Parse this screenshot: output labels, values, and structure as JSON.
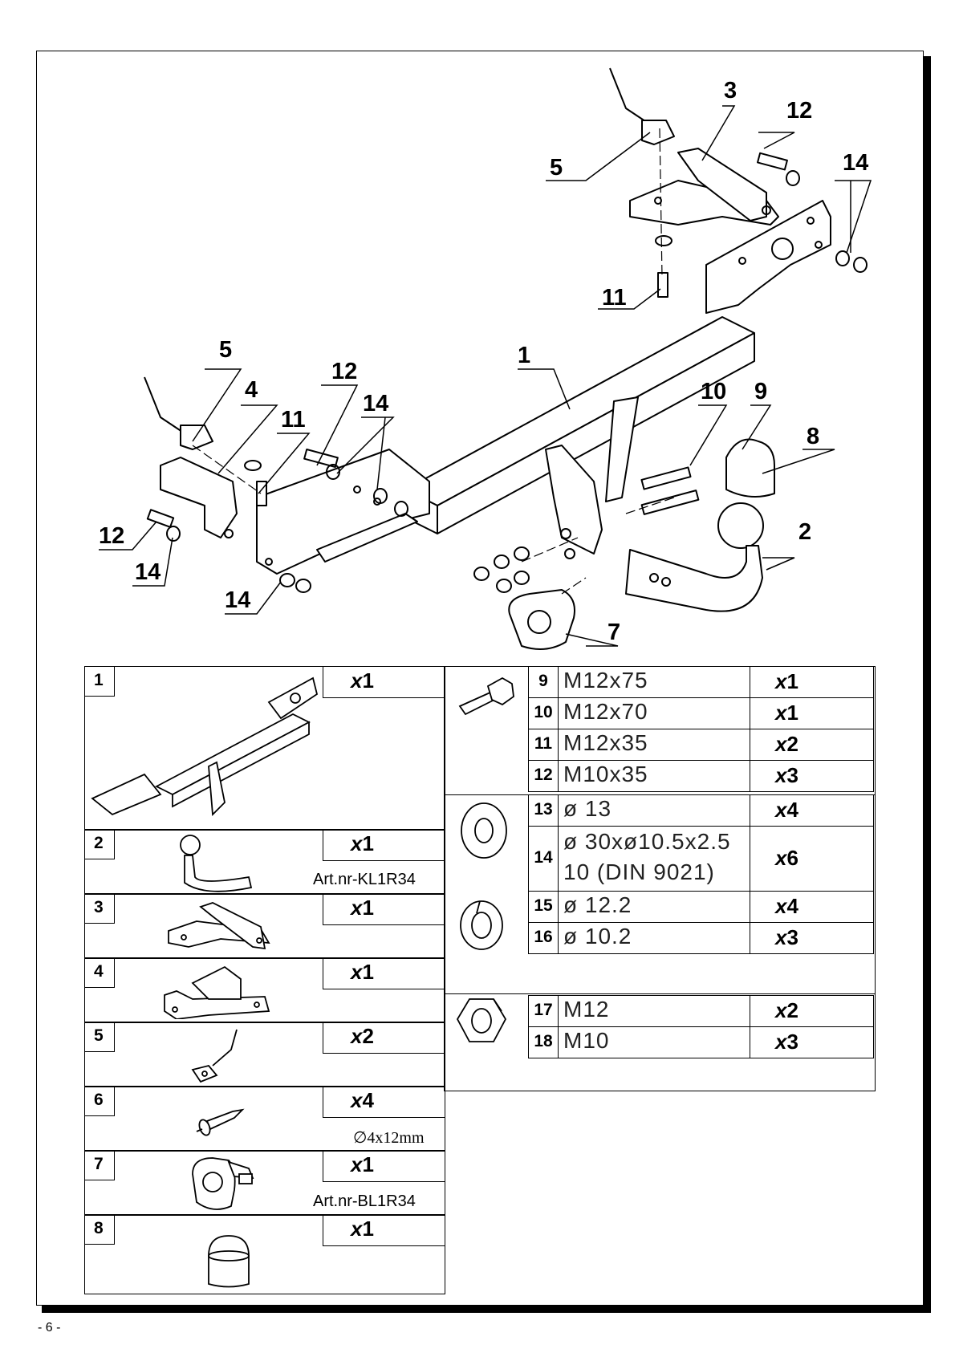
{
  "callouts": [
    {
      "id": "c1",
      "text": "1"
    },
    {
      "id": "c2",
      "text": "2"
    },
    {
      "id": "c3",
      "text": "3"
    },
    {
      "id": "c4",
      "text": "4"
    },
    {
      "id": "c5a",
      "text": "5"
    },
    {
      "id": "c5b",
      "text": "5"
    },
    {
      "id": "c7",
      "text": "7"
    },
    {
      "id": "c8",
      "text": "8"
    },
    {
      "id": "c9",
      "text": "9"
    },
    {
      "id": "c10",
      "text": "10"
    },
    {
      "id": "c11a",
      "text": "11"
    },
    {
      "id": "c11b",
      "text": "11"
    },
    {
      "id": "c12a",
      "text": "12"
    },
    {
      "id": "c12b",
      "text": "12"
    },
    {
      "id": "c12c",
      "text": "12"
    },
    {
      "id": "c14a",
      "text": "14"
    },
    {
      "id": "c14b",
      "text": "14"
    },
    {
      "id": "c14c",
      "text": "14"
    },
    {
      "id": "c14d",
      "text": "14"
    }
  ],
  "left_parts": [
    {
      "num": "1",
      "qty": "x",
      "qty_n": "1",
      "note": ""
    },
    {
      "num": "2",
      "qty": "x",
      "qty_n": "1",
      "note": "Art.nr-KL1R34"
    },
    {
      "num": "3",
      "qty": "x",
      "qty_n": "1",
      "note": ""
    },
    {
      "num": "4",
      "qty": "x",
      "qty_n": "1",
      "note": ""
    },
    {
      "num": "5",
      "qty": "x",
      "qty_n": "2",
      "note": ""
    },
    {
      "num": "6",
      "qty": "x",
      "qty_n": "4",
      "note": "∅4x12mm"
    },
    {
      "num": "7",
      "qty": "x",
      "qty_n": "1",
      "note": "Art.nr-BL1R34"
    },
    {
      "num": "8",
      "qty": "x",
      "qty_n": "1",
      "note": ""
    }
  ],
  "right_parts": [
    {
      "num": "9",
      "spec": "M12x75",
      "qty": "x",
      "qty_n": "1"
    },
    {
      "num": "10",
      "spec": "M12x70",
      "qty": "x",
      "qty_n": "1"
    },
    {
      "num": "11",
      "spec": "M12x35",
      "qty": "x",
      "qty_n": "2"
    },
    {
      "num": "12",
      "spec": "M10x35",
      "qty": "x",
      "qty_n": "3"
    },
    {
      "num": "13",
      "spec": "ø 13",
      "qty": "x",
      "qty_n": "4"
    },
    {
      "num": "14",
      "spec": "ø 30xø10.5x2.5",
      "spec2": "10   (DIN 9021)",
      "qty": "x",
      "qty_n": "6"
    },
    {
      "num": "15",
      "spec": "ø 12.2",
      "qty": "x",
      "qty_n": "4"
    },
    {
      "num": "16",
      "spec": "ø 10.2",
      "qty": "x",
      "qty_n": "3"
    },
    {
      "num": "17",
      "spec": "M12",
      "qty": "x",
      "qty_n": "2"
    },
    {
      "num": "18",
      "spec": "M10",
      "qty": "x",
      "qty_n": "3"
    }
  ],
  "page_number": "- 6 -",
  "icons": [
    "towbar-frame-icon",
    "ball-neck-icon",
    "bracket-icon",
    "clamp-plate-icon",
    "rivet-icon",
    "socket-plate-icon",
    "ball-cap-icon",
    "bolt-icon",
    "washer-icon",
    "spring-washer-icon",
    "nut-icon"
  ]
}
